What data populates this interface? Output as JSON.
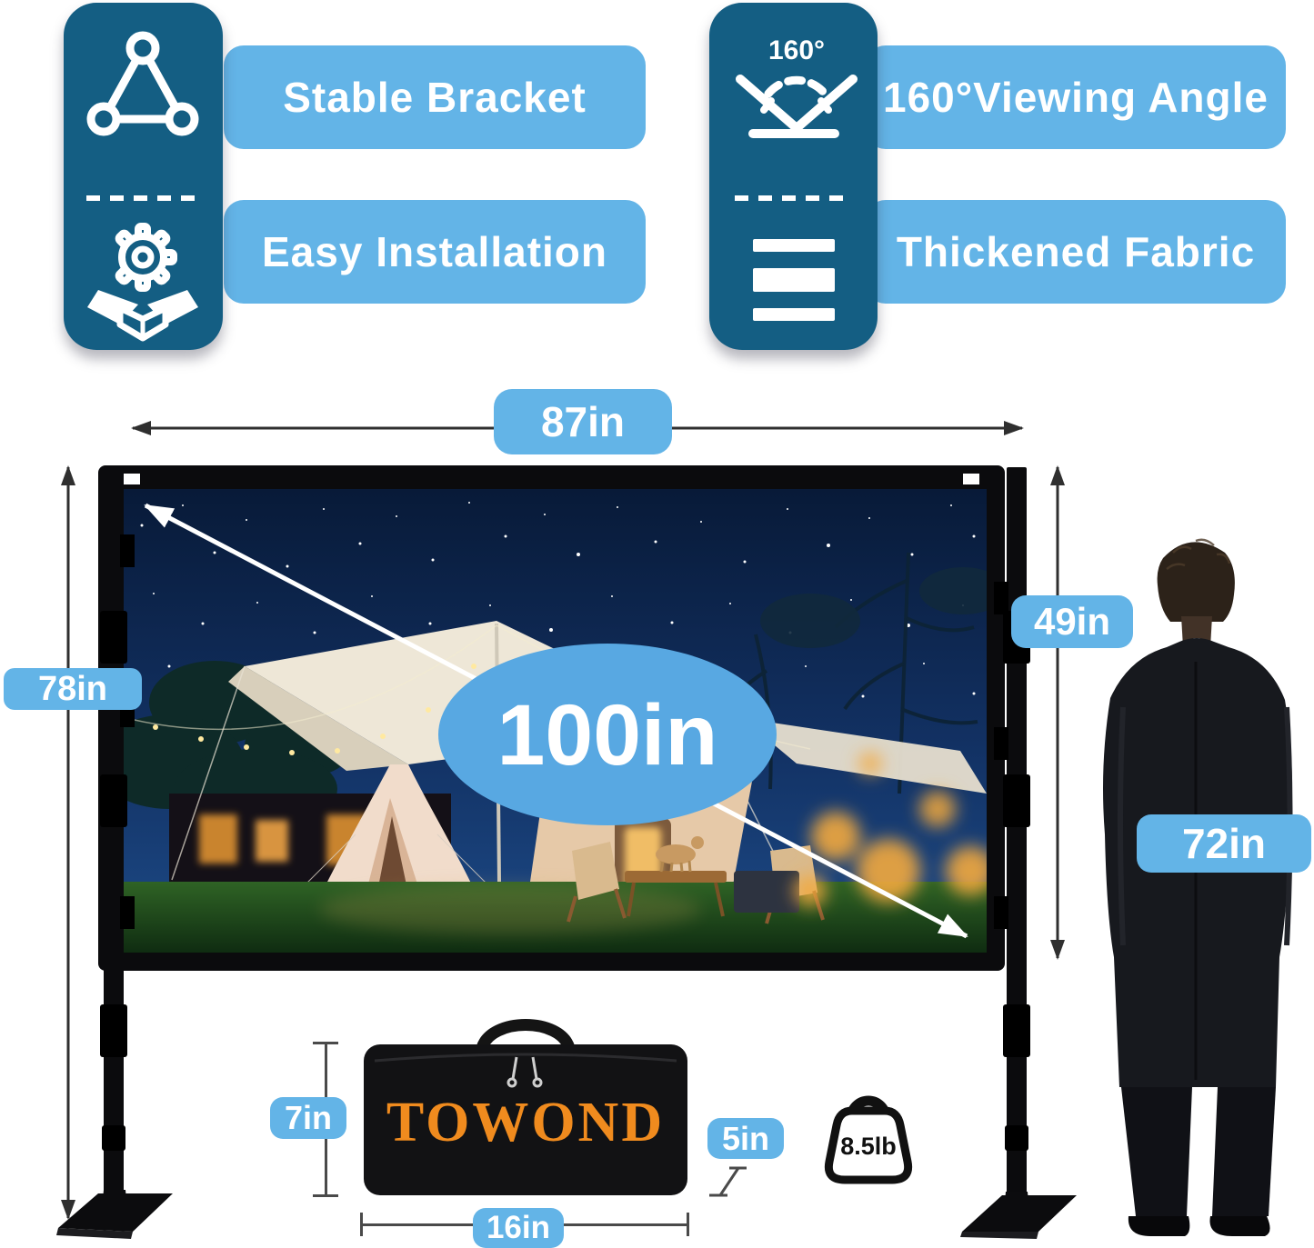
{
  "colors": {
    "accent_light_blue": "#63b4e7",
    "accent_dark_blue": "#145e83",
    "brand_orange": "#f08b1e"
  },
  "features": {
    "left_card": {
      "icons": [
        {
          "name": "triangle-link-icon"
        },
        {
          "name": "gear-box-icon"
        }
      ],
      "banners": [
        "Stable Bracket",
        "Easy Installation"
      ]
    },
    "right_card": {
      "angle_label": "160°",
      "icons": [
        {
          "name": "viewing-angle-icon"
        },
        {
          "name": "fabric-layers-icon"
        }
      ],
      "banners": [
        "160°Viewing Angle",
        "Thickened Fabric"
      ]
    }
  },
  "dimensions": {
    "screen_width": "87in",
    "total_height": "78in",
    "screen_height": "49in",
    "diagonal": "100in",
    "person_height": "72in"
  },
  "bag": {
    "brand": "TOWOND",
    "height": "7in",
    "width": "16in",
    "depth": "5in",
    "weight": "8.5lb"
  }
}
